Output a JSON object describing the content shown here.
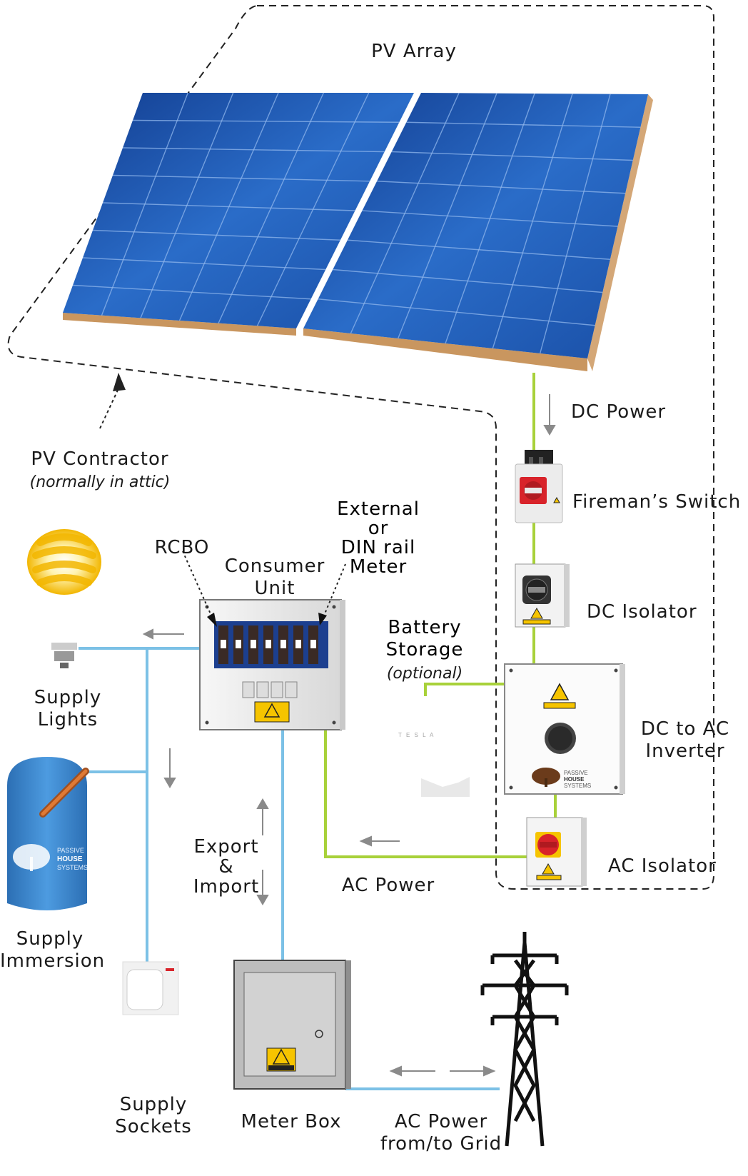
{
  "labels": {
    "pv_array": "PV Array",
    "dc_power": "DC Power",
    "firemans_switch": "Fireman’s Switch",
    "dc_isolator": "DC Isolator",
    "inverter": [
      "DC to AC",
      "Inverter"
    ],
    "ac_isolator": "AC Isolator",
    "pv_contractor": "PV Contractor",
    "pv_contractor_note": "(normally in attic)",
    "rcbo": "RCBO",
    "consumer_unit": [
      "Consumer",
      "Unit"
    ],
    "external_meter": [
      "External",
      "or",
      "DIN rail",
      "Meter"
    ],
    "battery": [
      "Battery",
      "Storage"
    ],
    "battery_note": "(optional)",
    "supply_lights": [
      "Supply",
      "Lights"
    ],
    "supply_immersion": [
      "Supply",
      "Immersion"
    ],
    "export_import": [
      "Export",
      "&",
      "Import"
    ],
    "ac_power": "AC Power",
    "supply_sockets": [
      "Supply",
      "Sockets"
    ],
    "meter_box": "Meter Box",
    "ac_grid": [
      "AC Power",
      "from/to Grid"
    ]
  },
  "logo": {
    "line1": "PASSIVE",
    "line2": "HOUSE",
    "line3": "SYSTEMS"
  },
  "battery_brand": "T E S L A",
  "colors": {
    "dc_wire": "#a8d13a",
    "ac_wire": "#7cc1e6",
    "panel_blue": "#1f5fb8",
    "frame": "#d4a777",
    "switch_red": "#d8232a",
    "hazard_yellow": "#f6c400",
    "tank_blue": "#3b88cf"
  }
}
